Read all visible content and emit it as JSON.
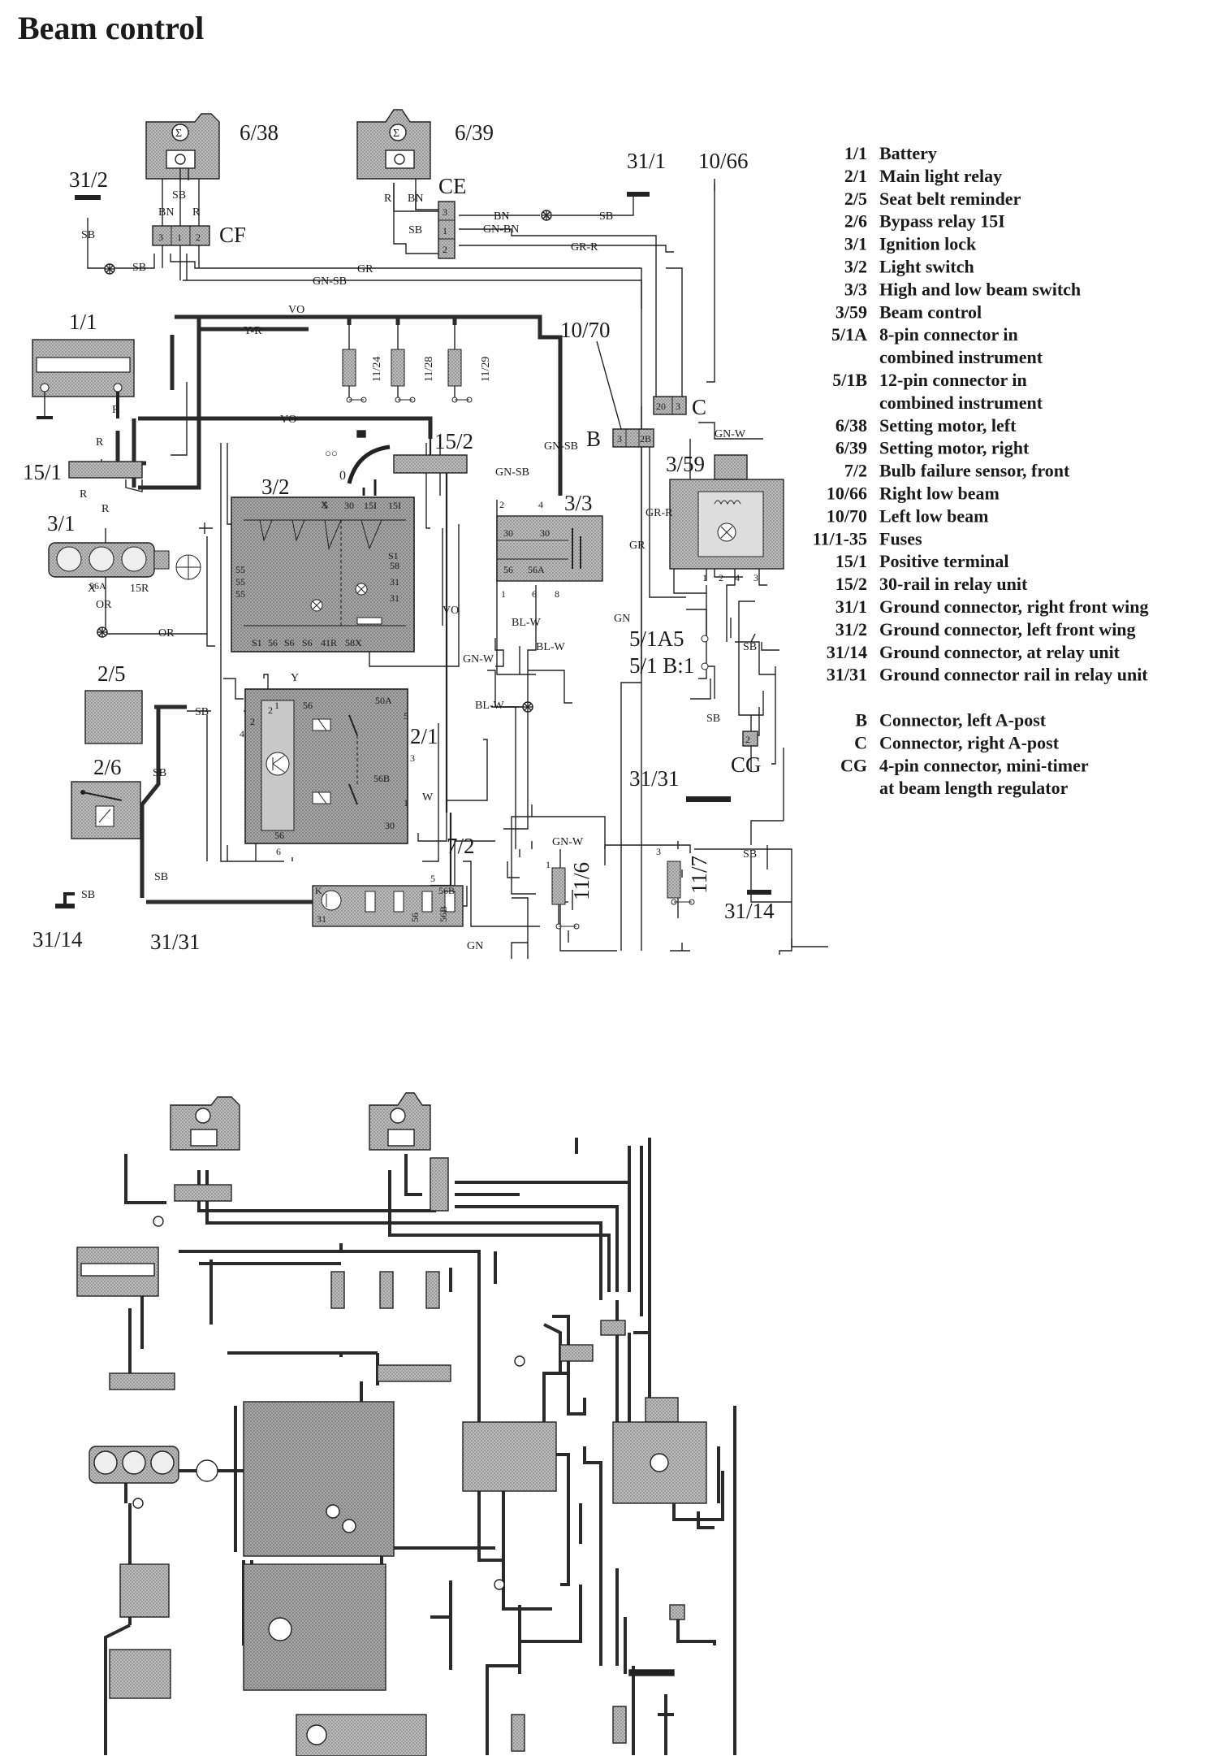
{
  "title": "Beam control",
  "components": {
    "motor_left": "6/38",
    "motor_right": "6/39",
    "cf": "CF",
    "ce": "CE",
    "g312": "31/2",
    "g311": "31/1",
    "rlb": "10/66",
    "llb": "10/70",
    "battery": "1/1",
    "fuse_1124": "11/24",
    "fuse_1128": "11/28",
    "fuse_1129": "11/29",
    "pos_term": "15/1",
    "rail": "15/2",
    "light_switch": "3/2",
    "ign_lock": "3/1",
    "hl_switch": "3/3",
    "beam_control": "3/59",
    "conn_b": "B",
    "conn_c": "C",
    "belt": "2/5",
    "main_relay": "2/1",
    "bypass": "2/6",
    "bulb_sensor": "7/2",
    "fuse_116": "11/6",
    "fuse_117": "11/7",
    "conn_5a": "5/1A5",
    "conn_5b": "5/1 B:1",
    "cg": "CG",
    "g3131": "31/31",
    "g3114": "31/14",
    "g3114_b": "31/14",
    "g3131_b": "31/31"
  },
  "wires": {
    "sb1": "SB",
    "bn1": "BN",
    "r1": "R",
    "sb2": "SB",
    "sb3": "SB",
    "r2": "R",
    "bn2": "BN",
    "sb4": "SB",
    "bn3": "BN",
    "gnbn": "GN-BN",
    "sb5": "SB",
    "grr1": "GR-R",
    "gr1": "GR",
    "gnsb1": "GN-SB",
    "vo1": "VO",
    "yr": "Y-R",
    "vo2": "VO",
    "r3": "R",
    "r4": "R",
    "r5": "R",
    "r6": "R",
    "x1": "X",
    "r15": "15R",
    "or1": "OR",
    "or2": "OR",
    "gnsb2": "GN-SB",
    "gnsb3": "GN-SB",
    "vo3": "VO",
    "gnw1": "GN-W",
    "blw1": "BL-W",
    "blw2": "BL-W",
    "blw3": "BL-W",
    "gn1": "GN",
    "grr2": "GR-R",
    "gr2": "GR",
    "gnw2": "GN-W",
    "sb6": "SB",
    "sb7": "SB",
    "sb8": "SB",
    "sb9": "SB",
    "sb10": "SB",
    "sb11": "SB",
    "sb12": "SB",
    "y2": "Y",
    "w1": "W",
    "gnw3": "GN-W",
    "gn2": "GN"
  },
  "pins": {
    "p1": "3",
    "p2": "1",
    "p3": "2",
    "p4": "3",
    "p5": "1",
    "p6": "2",
    "p7": "5",
    "p8": "X",
    "p9": "30",
    "p10": "15I",
    "p11": "15I",
    "p12": "55",
    "p13": "55",
    "p14": "55",
    "p15": "56",
    "p16": "31",
    "p17": "31",
    "p18": "58",
    "p19": "S1",
    "p20": "S1",
    "p21": "S6",
    "p22": "S6",
    "p23": "41R",
    "p24": "58X",
    "p25": "2",
    "p26": "4",
    "p27": "30",
    "p28": "30",
    "p29": "1",
    "p30": "56",
    "p31": "56A",
    "p32": "56A",
    "p33": "6",
    "p34": "8",
    "p35": "3",
    "p36": "2B",
    "p37": "20",
    "p38": "3",
    "p39": "1",
    "p40": "2",
    "p41": "4",
    "p42": "3",
    "p43": "2",
    "p44": "2",
    "p45": "2",
    "p46": "4",
    "p47": "1",
    "p48": "56",
    "p49": "50A",
    "p50": "5",
    "p51": "3",
    "p52": "56B",
    "p53": "1",
    "p54": "30",
    "p55": "56",
    "p56": "6",
    "p57": "5",
    "p58": "56B",
    "p59": "K",
    "p60": "31",
    "p61": "56",
    "p62": "56B",
    "p63": "1",
    "p64": "3",
    "p65": "0"
  },
  "legend": [
    {
      "code": "1/1",
      "desc": "Battery"
    },
    {
      "code": "2/1",
      "desc": "Main light relay"
    },
    {
      "code": "2/5",
      "desc": "Seat belt reminder"
    },
    {
      "code": "2/6",
      "desc": "Bypass relay 15I"
    },
    {
      "code": "3/1",
      "desc": "Ignition lock"
    },
    {
      "code": "3/2",
      "desc": "Light switch"
    },
    {
      "code": "3/3",
      "desc": "High and low beam switch"
    },
    {
      "code": "3/59",
      "desc": "Beam control"
    },
    {
      "code": "5/1A",
      "desc": "8-pin connector in"
    },
    {
      "code": "",
      "desc": "combined instrument"
    },
    {
      "code": "5/1B",
      "desc": "12-pin connector in"
    },
    {
      "code": "",
      "desc": "combined instrument"
    },
    {
      "code": "6/38",
      "desc": "Setting motor, left"
    },
    {
      "code": "6/39",
      "desc": "Setting motor, right"
    },
    {
      "code": "7/2",
      "desc": "Bulb failure sensor, front"
    },
    {
      "code": "10/66",
      "desc": "Right low beam"
    },
    {
      "code": "10/70",
      "desc": "Left low beam"
    },
    {
      "code": "11/1-35",
      "desc": "Fuses"
    },
    {
      "code": "15/1",
      "desc": "Positive terminal"
    },
    {
      "code": "15/2",
      "desc": "30-rail in relay unit"
    },
    {
      "code": "31/1",
      "desc": "Ground connector, right front wing"
    },
    {
      "code": "31/2",
      "desc": "Ground connector, left front wing"
    },
    {
      "code": "31/14",
      "desc": "Ground connector, at relay unit"
    },
    {
      "code": "31/31",
      "desc": "Ground connector rail in relay unit"
    },
    {
      "code": "",
      "desc": ""
    },
    {
      "code": "B",
      "desc": "Connector, left A-post"
    },
    {
      "code": "C",
      "desc": "Connector, right A-post"
    },
    {
      "code": "CG",
      "desc": "4-pin connector, mini-timer"
    },
    {
      "code": "",
      "desc": "at beam length regulator"
    }
  ]
}
